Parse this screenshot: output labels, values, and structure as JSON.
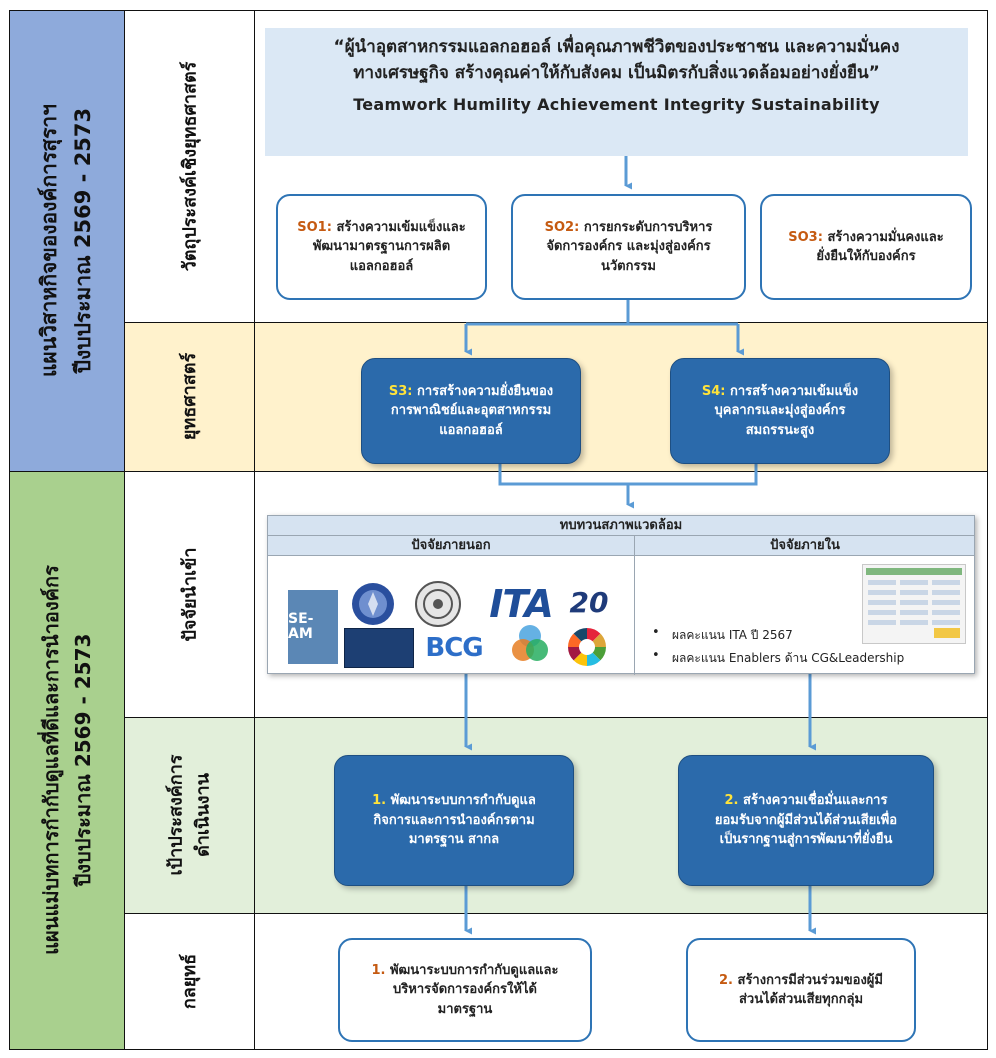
{
  "left_panels": {
    "top": {
      "line1": "แผนวิสาหกิจขององค์การสุราฯ",
      "line2": "ปีงบประมาณ 2569 - 2573",
      "color": "#8eaadb"
    },
    "bottom": {
      "line1": "แผนแม่บทการกำกับดูแลที่ดีและการนำองค์กร",
      "line2": "ปีงบประมาณ 2569 - 2573",
      "color": "#a9d08e"
    }
  },
  "row_labels": {
    "strategic_objectives": "วัตถุประสงค์เชิงยุทธศาสตร์",
    "strategies": "ยุทธศาสตร์",
    "inputs": "ปัจจัยนำเข้า",
    "operational_goals_line1": "เป้าประสงค์การ",
    "operational_goals_line2": "ดำเนินงาน",
    "tactics": "กลยุทธ์"
  },
  "colors": {
    "strategy_band": "#fff2cc",
    "goal_band": "#e2efda",
    "vision_bg": "#dbe8f5",
    "box_blue": "#2b6aab",
    "arrow_blue": "#5b9bd5",
    "code_orange": "#c55a11",
    "code_yellow": "#ffe33a"
  },
  "vision": {
    "line1": "“ผู้นำอุตสาหกรรมแอลกอฮอล์ เพื่อคุณภาพชีวิตของประชาชน และความมั่นคง",
    "line2": "ทางเศรษฐกิจ สร้างคุณค่าให้กับสังคม เป็นมิตรกับสิ่งแวดล้อมอย่างยั่งยืน”",
    "core_values": "Teamwork Humility Achievement Integrity Sustainability"
  },
  "strategic_objectives": [
    {
      "code": "SO1:",
      "line1": " สร้างความเข้มแข็งและ",
      "line2": "พัฒนามาตรฐานการผลิต",
      "line3": "แอลกอฮอล์"
    },
    {
      "code": "SO2:",
      "line1": " การยกระดับการบริหาร",
      "line2": "จัดการองค์กร และมุ่งสู่องค์กร",
      "line3": "นวัตกรรม"
    },
    {
      "code": "SO3:",
      "line1": " สร้างความมั่นคงและ",
      "line2": "ยั่งยืนให้กับองค์กร",
      "line3": ""
    }
  ],
  "strategies": [
    {
      "code": "S3:",
      "line1": " การสร้างความยั่งยืนของ",
      "line2": "การพาณิชย์และอุตสาหกรรม",
      "line3": "แอลกอฮอล์"
    },
    {
      "code": "S4:",
      "line1": " การสร้างความเข้มแข็ง",
      "line2": "บุคลากรและมุ่งสู่องค์กร",
      "line3": "สมถรรนะสูง"
    }
  ],
  "environment": {
    "title": "ทบทวนสภาพแวดล้อม",
    "external": "ปัจจัยภายนอก",
    "internal": "ปัจจัยภายใน",
    "logos": {
      "sepa": "SE-AM",
      "ita": "ITA",
      "bcg": "BCG",
      "anniv": "20"
    },
    "internal_items": [
      "ผลคะแนน ITA ปี 2567",
      "ผลคะแนน Enablers ด้าน CG&Leadership"
    ]
  },
  "operational_goals": [
    {
      "code": "1.",
      "line1": " พัฒนาระบบการกำกับดูแล",
      "line2": "กิจการและการนำองค์กรตาม",
      "line3": "มาตรฐาน สากล"
    },
    {
      "code": "2.",
      "line1": " สร้างความเชื่อมั่นและการ",
      "line2": "ยอมรับจากผู้มีส่วนได้ส่วนเสียเพื่อ",
      "line3": "เป็นรากฐานสู่การพัฒนาที่ยั่งยืน"
    }
  ],
  "tactics": [
    {
      "code": "1.",
      "line1": " พัฒนาระบบการกำกับดูแลและ",
      "line2": "บริหารจัดการองค์กรให้ได้",
      "line3": "มาตรฐาน"
    },
    {
      "code": "2.",
      "line1": " สร้างการมีส่วนร่วมของผู้มี",
      "line2": "ส่วนได้ส่วนเสียทุกกลุ่ม",
      "line3": ""
    }
  ]
}
